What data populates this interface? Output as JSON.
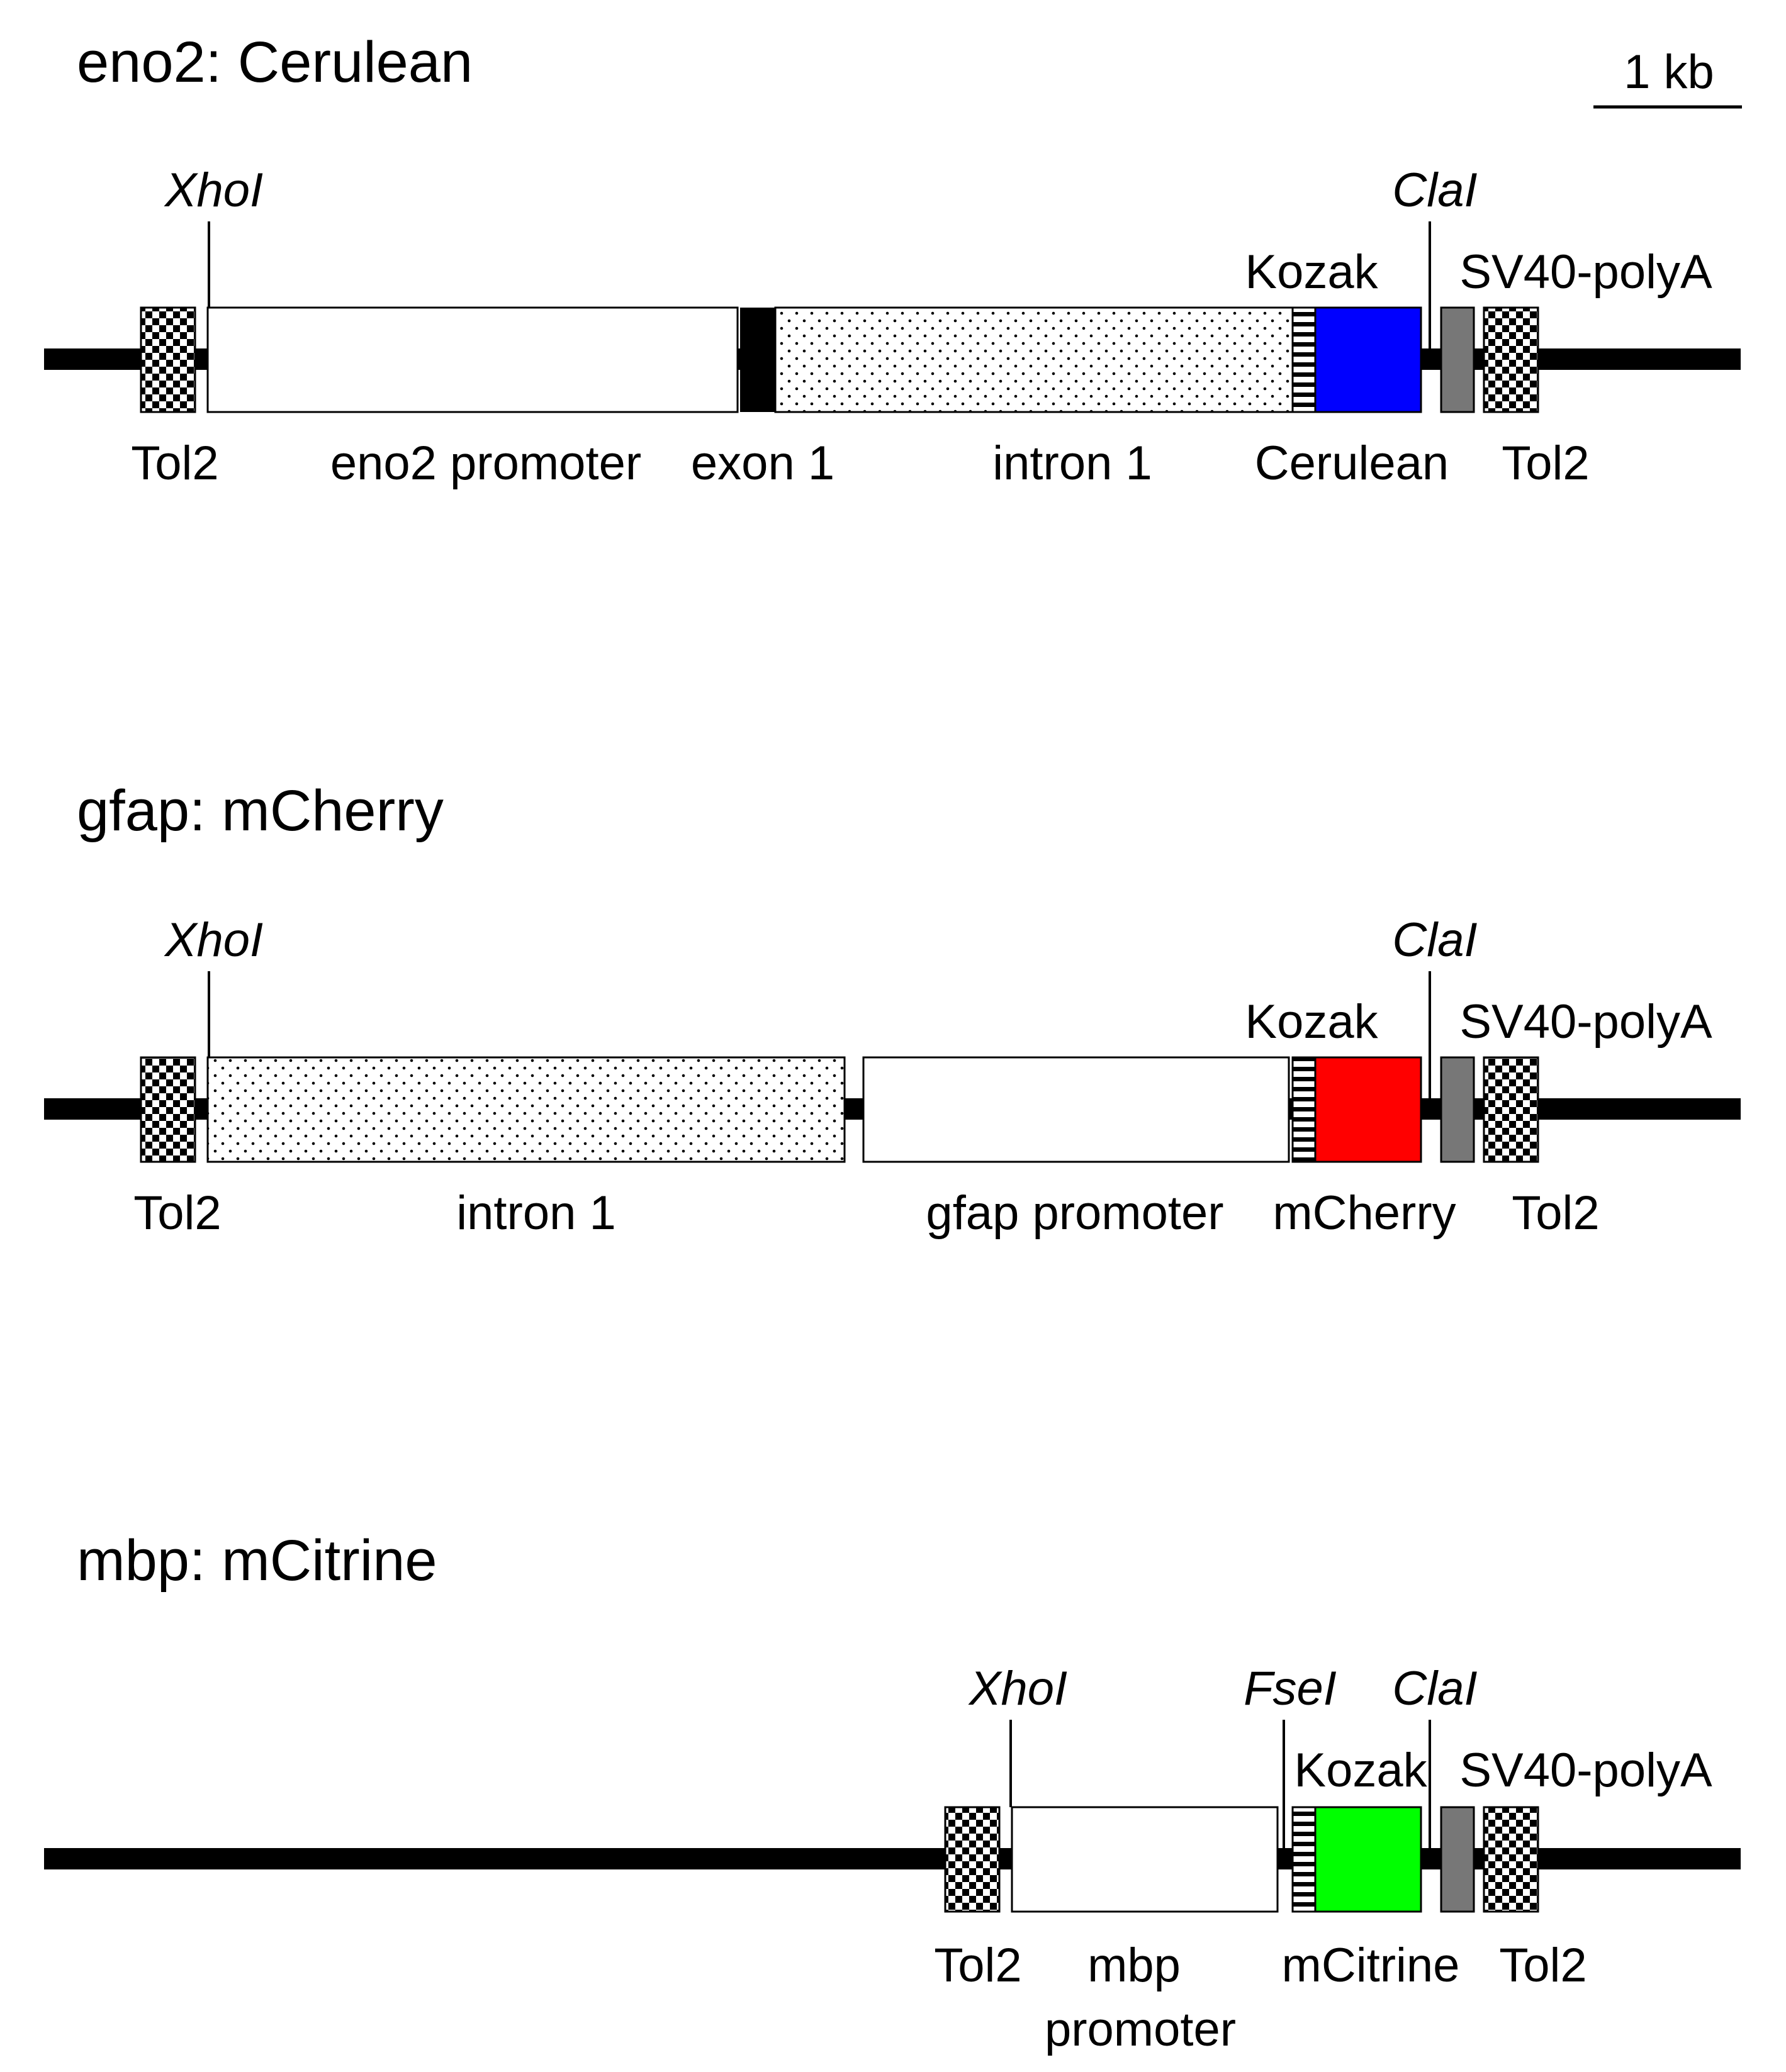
{
  "scale_bar": {
    "label": "1 kb"
  },
  "constructs": [
    {
      "title": "eno2: Cerulean",
      "sites": {
        "xho": "XhoI",
        "cla": "ClaI"
      },
      "upper_labels": {
        "kozak": "Kozak",
        "polya": "SV40-polyA"
      },
      "lower_labels": {
        "tol2_left": "Tol2",
        "promoter": "eno2 promoter",
        "exon": "exon 1",
        "intron": "intron 1",
        "reporter": "Cerulean",
        "tol2_right": "Tol2"
      },
      "reporter_color": "#0000ff"
    },
    {
      "title": "gfap: mCherry",
      "sites": {
        "xho": "XhoI",
        "cla": "ClaI"
      },
      "upper_labels": {
        "kozak": "Kozak",
        "polya": "SV40-polyA"
      },
      "lower_labels": {
        "tol2_left": "Tol2",
        "intron": "intron 1",
        "promoter": "gfap promoter",
        "reporter": "mCherry",
        "tol2_right": "Tol2"
      },
      "reporter_color": "#ff0000"
    },
    {
      "title": "mbp: mCitrine",
      "sites": {
        "xho": "XhoI",
        "fse": "FseI",
        "cla": "ClaI"
      },
      "upper_labels": {
        "kozak": "Kozak",
        "polya": "SV40-polyA"
      },
      "lower_labels": {
        "tol2_left": "Tol2",
        "promoter_line1": "mbp",
        "promoter_line2": "promoter",
        "reporter": "mCitrine",
        "tol2_right": "Tol2"
      },
      "reporter_color": "#00ff00"
    }
  ],
  "colors": {
    "backbone": "#000000",
    "polya_box": "#777777",
    "outline": "#000000"
  }
}
